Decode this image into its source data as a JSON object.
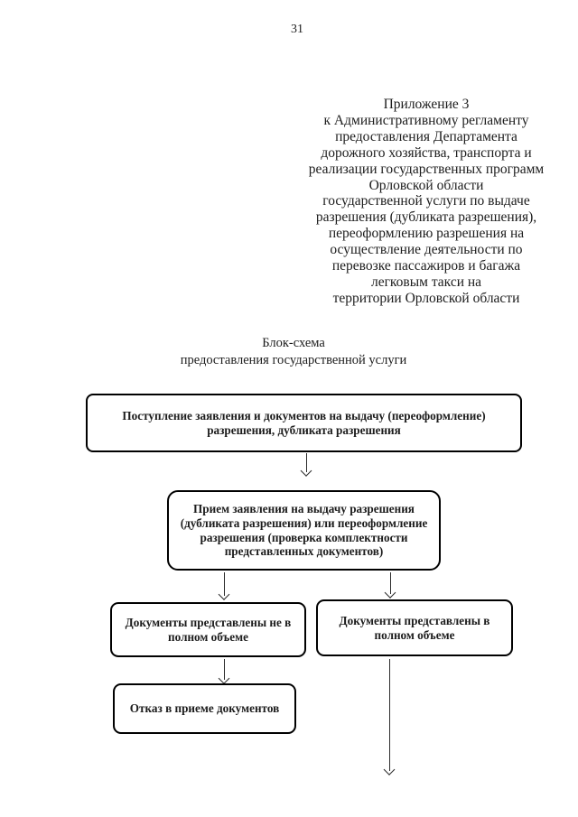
{
  "page": {
    "number": "31"
  },
  "appendix": {
    "text": "Приложение 3\nк Административному регламенту\nпредоставления Департамента\nдорожного хозяйства, транспорта и\nреализации государственных программ\nОрловской области\nгосударственной услуги по выдаче\nразрешения (дубликата разрешения),\nпереоформлению разрешения на\nосуществление деятельности по\nперевозке пассажиров и багажа\nлегковым такси на\nтерритории Орловской области"
  },
  "title": {
    "text": "Блок-схема\nпредоставления государственной услуги"
  },
  "flowchart": {
    "nodes": [
      {
        "id": "submission",
        "text": "Поступление заявления и документов на выдачу (переоформление)\nразрешения, дубликата разрешения"
      },
      {
        "id": "acceptance",
        "text": "Прием заявления на выдачу разрешения\n(дубликата разрешения) или переоформление\nразрешения (проверка комплектности\nпредставленных документов)"
      },
      {
        "id": "incomplete",
        "text": "Документы представлены не в\nполном объеме"
      },
      {
        "id": "complete",
        "text": "Документы представлены в\nполном объеме"
      },
      {
        "id": "refusal",
        "text": "Отказ в приеме документов"
      }
    ],
    "connectors": [
      {
        "from": "submission",
        "to": "acceptance"
      },
      {
        "from": "acceptance",
        "to": "incomplete"
      },
      {
        "from": "acceptance",
        "to": "complete"
      },
      {
        "from": "incomplete",
        "to": "refusal"
      },
      {
        "from": "complete",
        "to": "next-page"
      }
    ]
  },
  "colors": {
    "background": "#ffffff",
    "ink": "#1c1c1c",
    "node_border": "#000000",
    "arrow": "#2b2b2b"
  }
}
